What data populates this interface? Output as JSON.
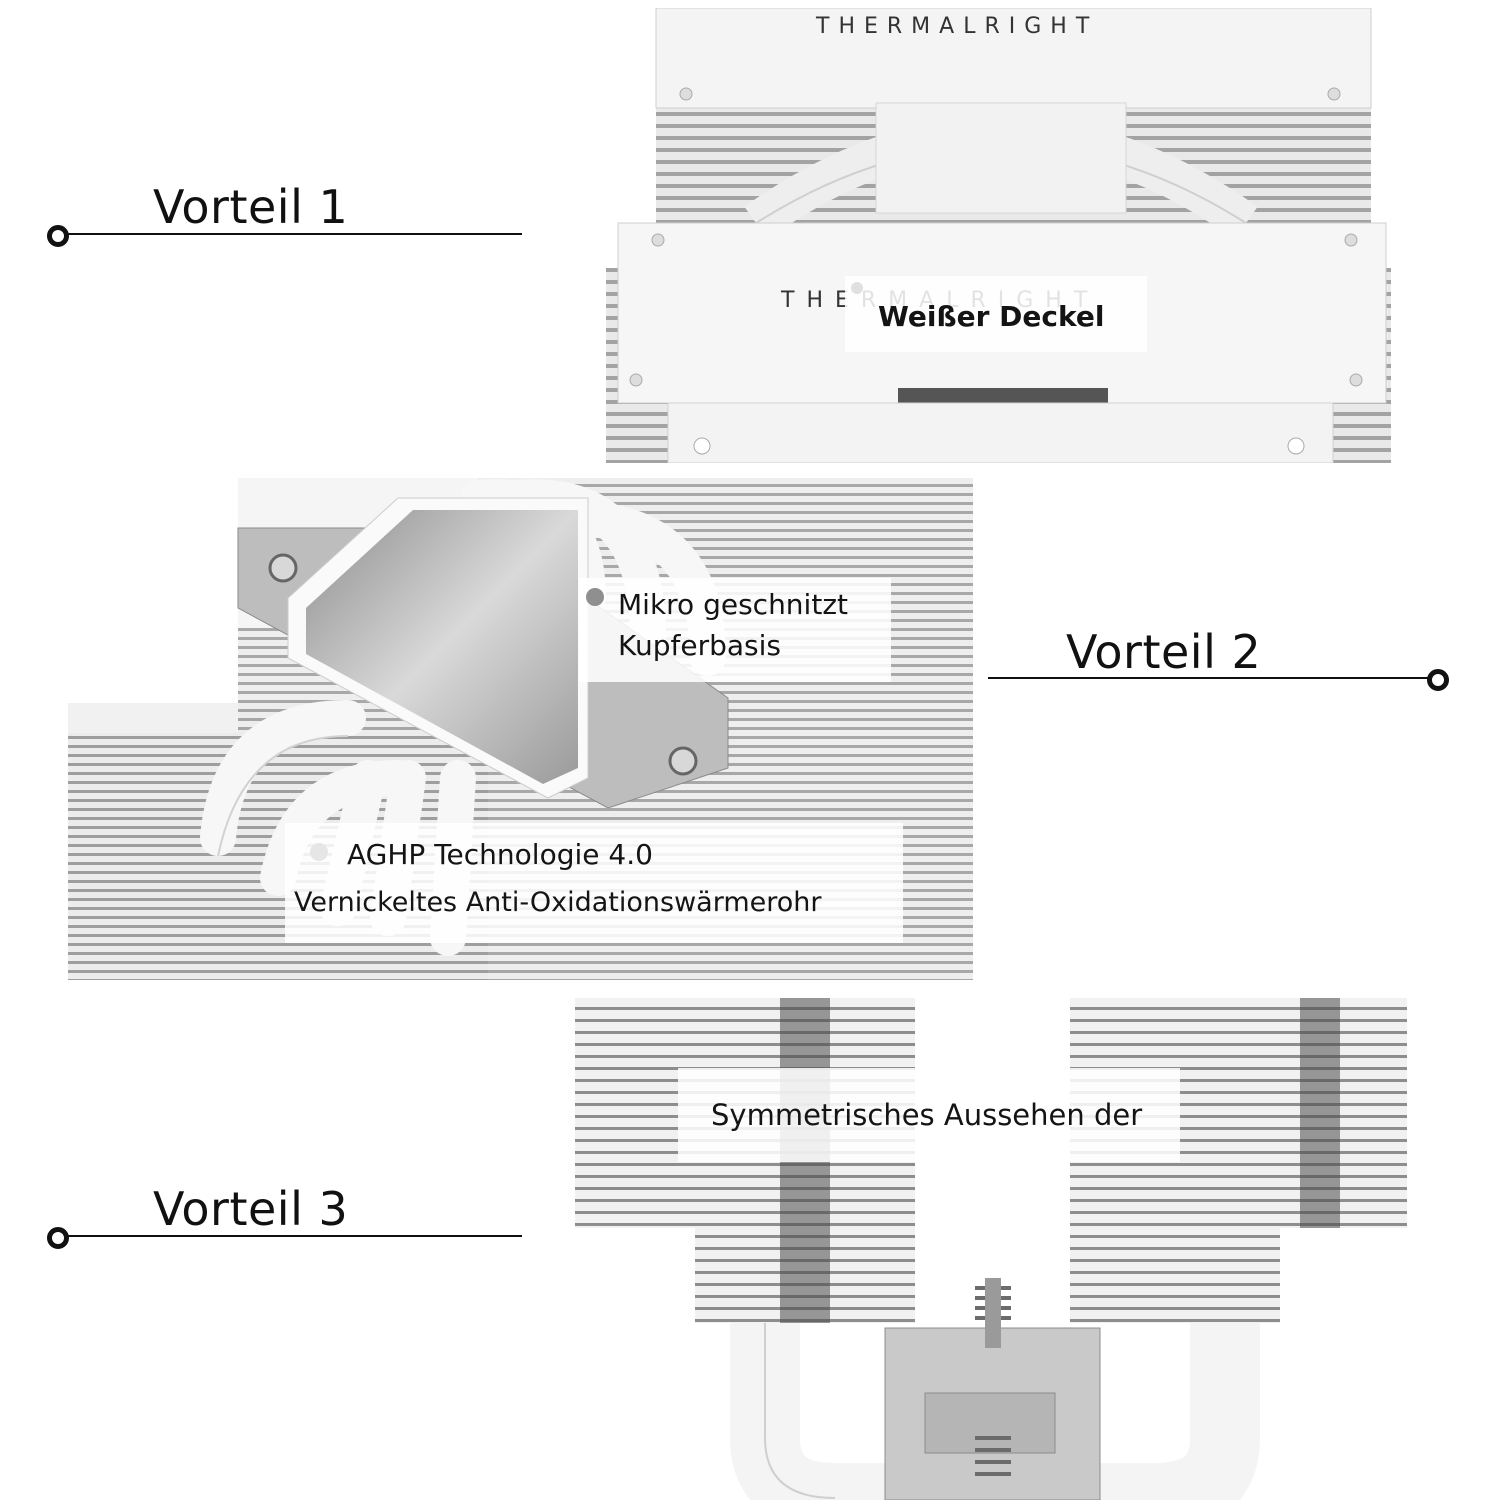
{
  "sections": [
    {
      "heading": "Vorteil 1"
    },
    {
      "heading": "Vorteil 2"
    },
    {
      "heading": "Vorteil 3"
    }
  ],
  "labels": {
    "label1": "Weißer Deckel",
    "label2_line1": "Mikro geschnitzt",
    "label2_line2": "Kupferbasis",
    "label3_line1": "AGHP Technologie 4.0",
    "label3_line2": "Vernickeltes Anti-Oxidationswärmerohr",
    "label4": "Symmetrisches Aussehen der"
  },
  "brand": {
    "top": "THERMALRIGHT",
    "front": "THERMALRIGHT"
  },
  "colors": {
    "line": "#111111",
    "cooler_white": "#f2f2f2",
    "fin_grey": "#9a9a9a",
    "metal": "#b8b8b8"
  }
}
